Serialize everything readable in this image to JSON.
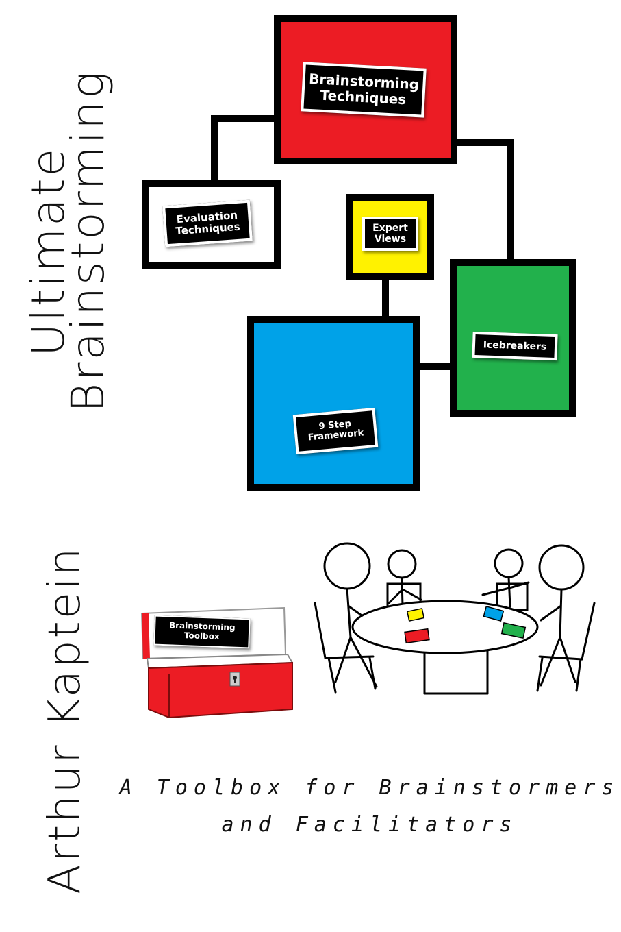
{
  "cover": {
    "title_line1": "Ultimate",
    "title_line2": "Brainstorming",
    "author": "Arthur Kaptein",
    "tagline_line1": "A Toolbox for Brainstormers",
    "tagline_line2": "and Facilitators"
  },
  "diagram": {
    "brainstorming_techniques": {
      "line1": "Brainstorming",
      "line2": "Techniques",
      "color": "#ec1c24"
    },
    "evaluation_techniques": {
      "line1": "Evaluation",
      "line2": "Techniques",
      "color": "#ffffff"
    },
    "expert_views": {
      "line1": "Expert",
      "line2": "Views",
      "color": "#fff200"
    },
    "icebreakers": {
      "line1": "Icebreakers",
      "color": "#22b14c"
    },
    "nine_step_framework": {
      "line1": "9 Step",
      "line2": "Framework",
      "color": "#00a2e8"
    }
  },
  "illustration": {
    "toolbox_label_line1": "Brainstorming",
    "toolbox_label_line2": "Toolbox",
    "toolbox_color": "#ec1c24",
    "card_colors": [
      "#fff200",
      "#ec1c24",
      "#00a2e8",
      "#22b14c"
    ]
  }
}
